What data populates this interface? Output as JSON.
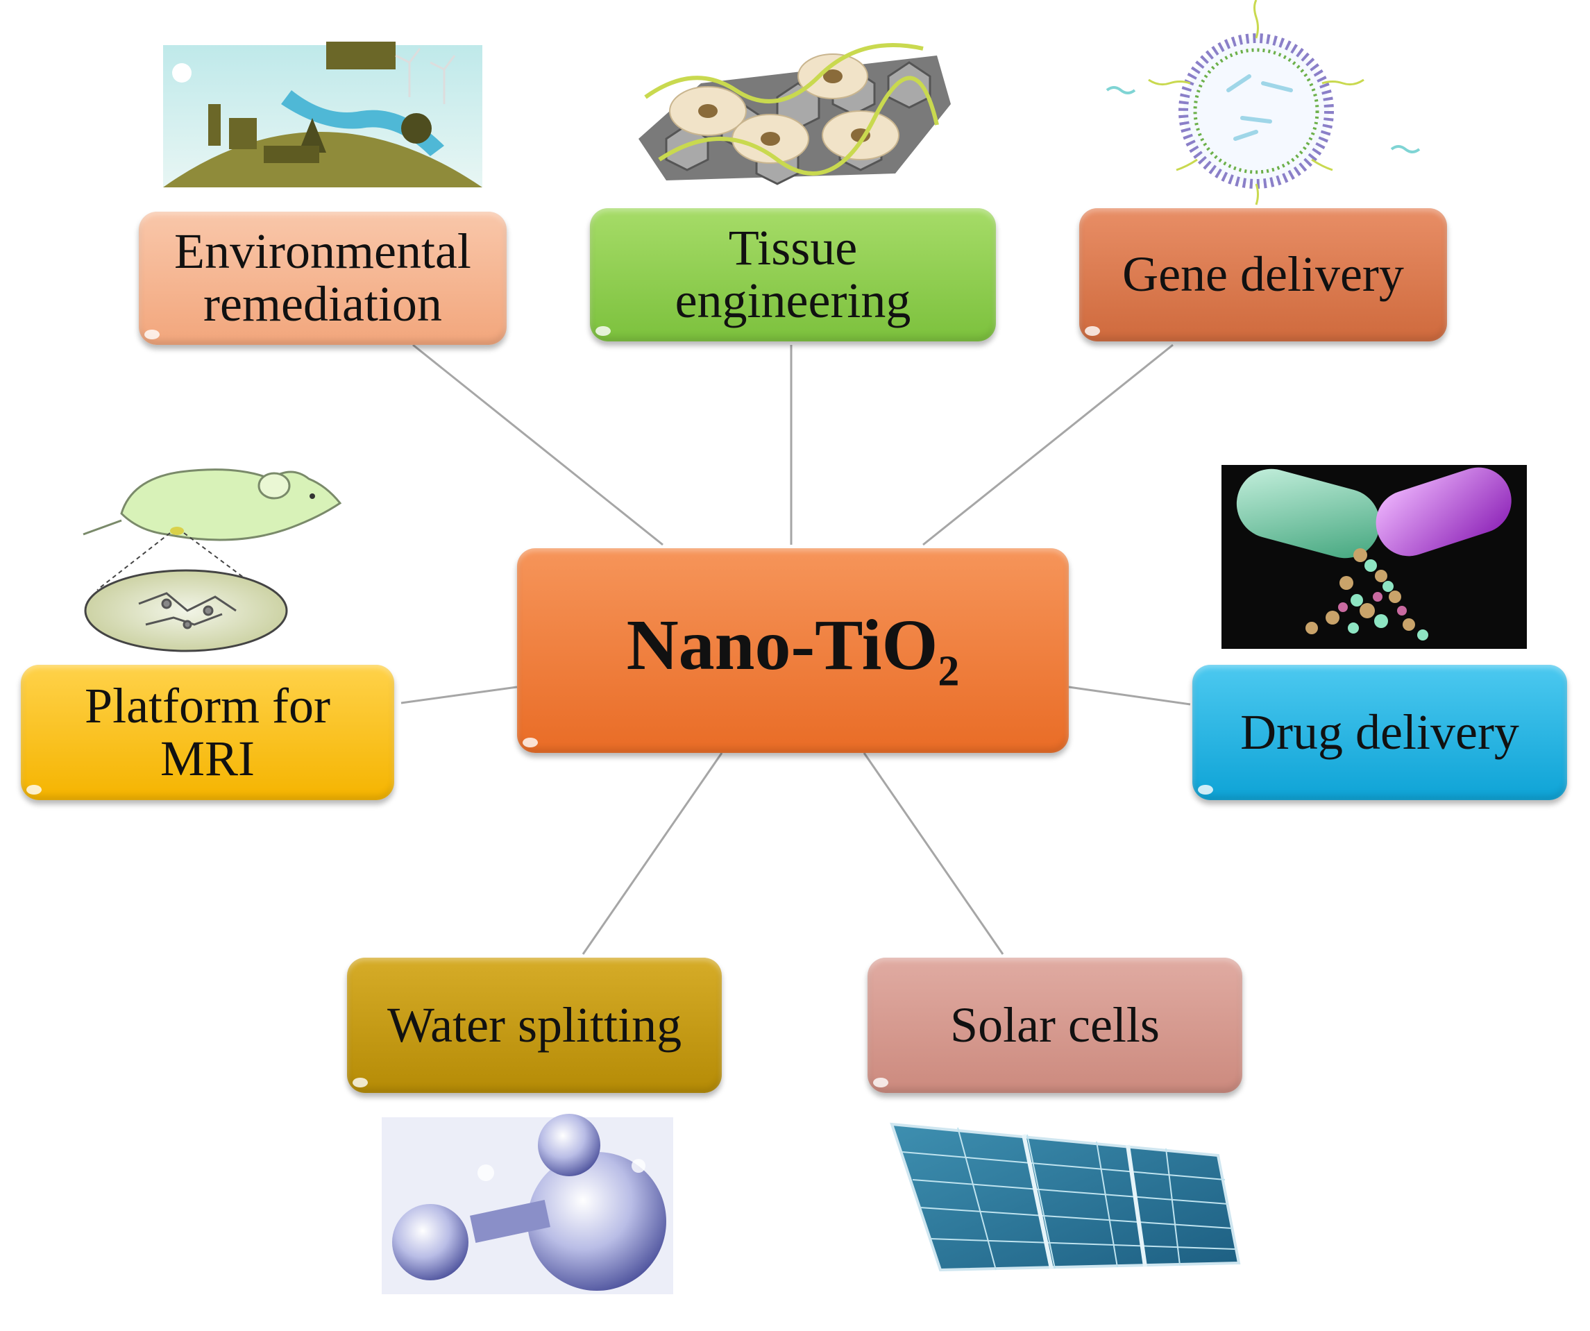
{
  "center": {
    "label_main": "Nano-TiO",
    "label_sub": "2",
    "color": "#ef7a33"
  },
  "applications": [
    {
      "id": "env",
      "label": "Environmental\nremediation",
      "color": "#f6b592",
      "icon": "green-earth-illustration"
    },
    {
      "id": "tissue",
      "label": "Tissue\nengineering",
      "color": "#8fd14f",
      "icon": "cell-scaffold-illustration"
    },
    {
      "id": "gene",
      "label": "Gene delivery",
      "color": "#dd7a4f",
      "icon": "liposome-illustration"
    },
    {
      "id": "drug",
      "label": "Drug delivery",
      "color": "#20b6e6",
      "icon": "capsule-illustration"
    },
    {
      "id": "solar",
      "label": "Solar cells",
      "color": "#d69a90",
      "icon": "solar-panel-illustration"
    },
    {
      "id": "water",
      "label": "Water splitting",
      "color": "#c49a0d",
      "icon": "water-molecule-illustration"
    },
    {
      "id": "mri",
      "label": "Platform for\nMRI",
      "color": "#ffc000",
      "icon": "mouse-mri-illustration"
    }
  ],
  "connector_color": "#a6a6a6"
}
